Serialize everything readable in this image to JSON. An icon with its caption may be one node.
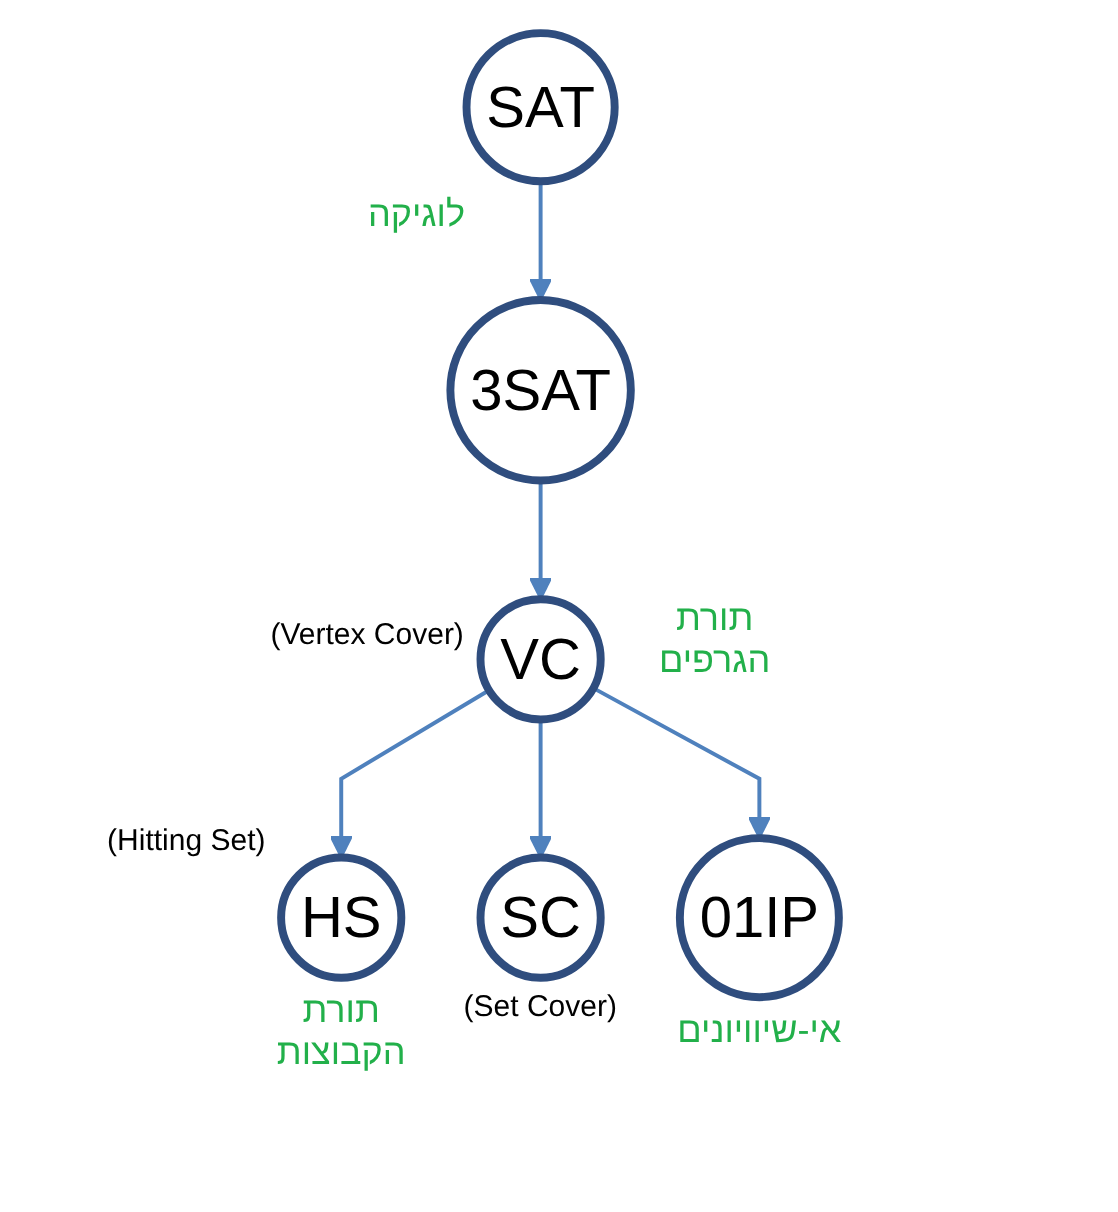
{
  "diagram": {
    "nodes": [
      {
        "text": [
          "SAT"
        ]
      },
      {
        "text": [
          "3SAT"
        ]
      },
      {
        "text": [
          "VC"
        ],
        "beside": [
          "(Vertex Cover)"
        ]
      },
      {
        "text": [
          "HS"
        ],
        "beside": [
          "(Hitting Set)"
        ]
      },
      {
        "text": [
          "SC"
        ],
        "beside": [
          "(Set Cover)"
        ]
      },
      {
        "text": [
          "01IP"
        ]
      }
    ],
    "edges": [
      {
        "from": 0,
        "to": 1,
        "arrow": "to"
      },
      {
        "from": 1,
        "to": 2,
        "arrow": "to"
      },
      {
        "from": 2,
        "to": 3,
        "arrow": "to"
      },
      {
        "from": 2,
        "to": 4,
        "arrow": "to"
      },
      {
        "from": 2,
        "to": 5,
        "arrow": "to"
      }
    ],
    "labels": [
      "לוגיקה",
      "תורת הגרפים",
      "תורת הקבוצות",
      "אי-שיוויונים"
    ]
  }
}
